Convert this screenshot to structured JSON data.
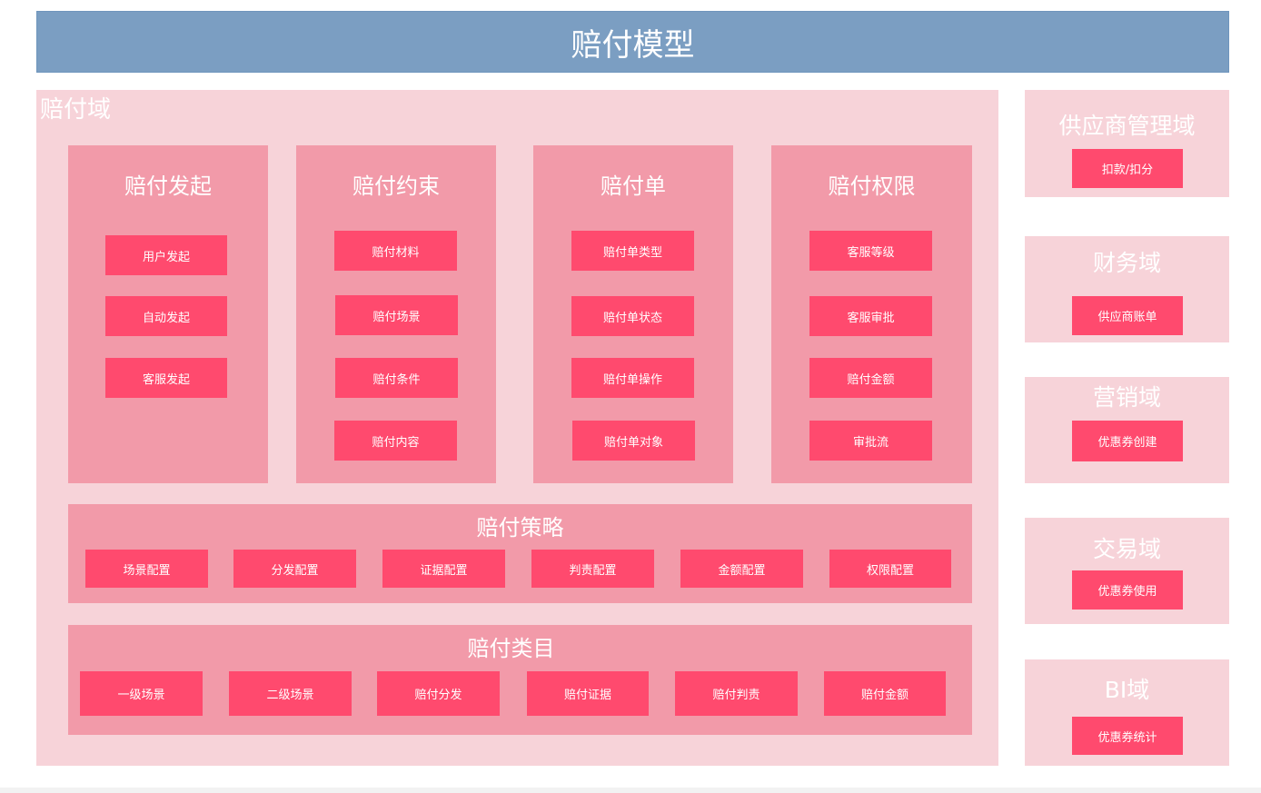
{
  "header": {
    "title": "赔付模型"
  },
  "main_domain": {
    "title": "赔付域",
    "modules": [
      {
        "title": "赔付发起",
        "items": [
          "用户发起",
          "自动发起",
          "客服发起"
        ]
      },
      {
        "title": "赔付约束",
        "items": [
          "赔付材料",
          "赔付场景",
          "赔付条件",
          "赔付内容"
        ]
      },
      {
        "title": "赔付单",
        "items": [
          "赔付单类型",
          "赔付单状态",
          "赔付单操作",
          "赔付单对象"
        ]
      },
      {
        "title": "赔付权限",
        "items": [
          "客服等级",
          "客服审批",
          "赔付金额",
          "审批流"
        ]
      }
    ],
    "strategy": {
      "title": "赔付策略",
      "items": [
        "场景配置",
        "分发配置",
        "证据配置",
        "判责配置",
        "金额配置",
        "权限配置"
      ]
    },
    "category": {
      "title": "赔付类目",
      "items": [
        "一级场景",
        "二级场景",
        "赔付分发",
        "赔付证据",
        "赔付判责",
        "赔付金额"
      ]
    }
  },
  "side_domains": [
    {
      "title": "供应商管理域",
      "item": "扣款/扣分"
    },
    {
      "title": "财务域",
      "item": "供应商账单"
    },
    {
      "title": "营销域",
      "item": "优惠券创建"
    },
    {
      "title": "交易域",
      "item": "优惠券使用"
    },
    {
      "title": "BI域",
      "item": "优惠券统计"
    }
  ]
}
